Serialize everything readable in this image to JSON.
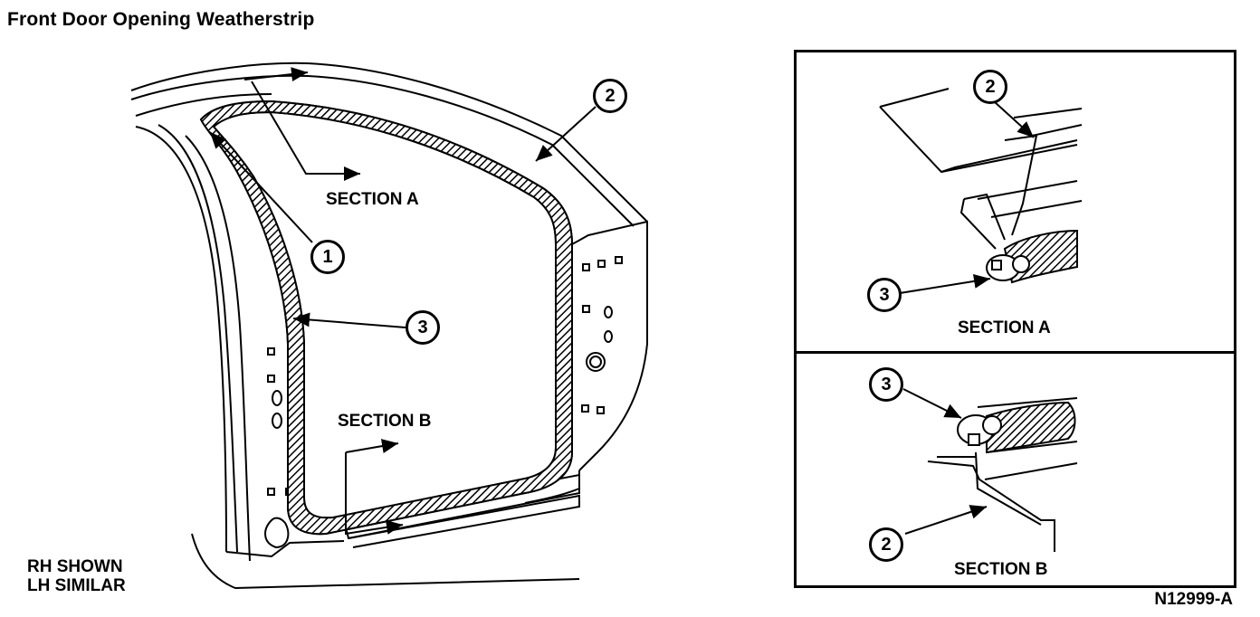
{
  "title": "Front Door Opening Weatherstrip",
  "main_view": {
    "section_a_label": "SECTION A",
    "section_b_label": "SECTION B",
    "note_line1": "RH SHOWN",
    "note_line2": "LH SIMILAR",
    "callouts": [
      "1",
      "2",
      "3"
    ]
  },
  "detail_a": {
    "label": "SECTION A",
    "callouts": [
      "2",
      "3"
    ]
  },
  "detail_b": {
    "label": "SECTION B",
    "callouts": [
      "3",
      "2"
    ]
  },
  "figure_number": "N12999-A"
}
